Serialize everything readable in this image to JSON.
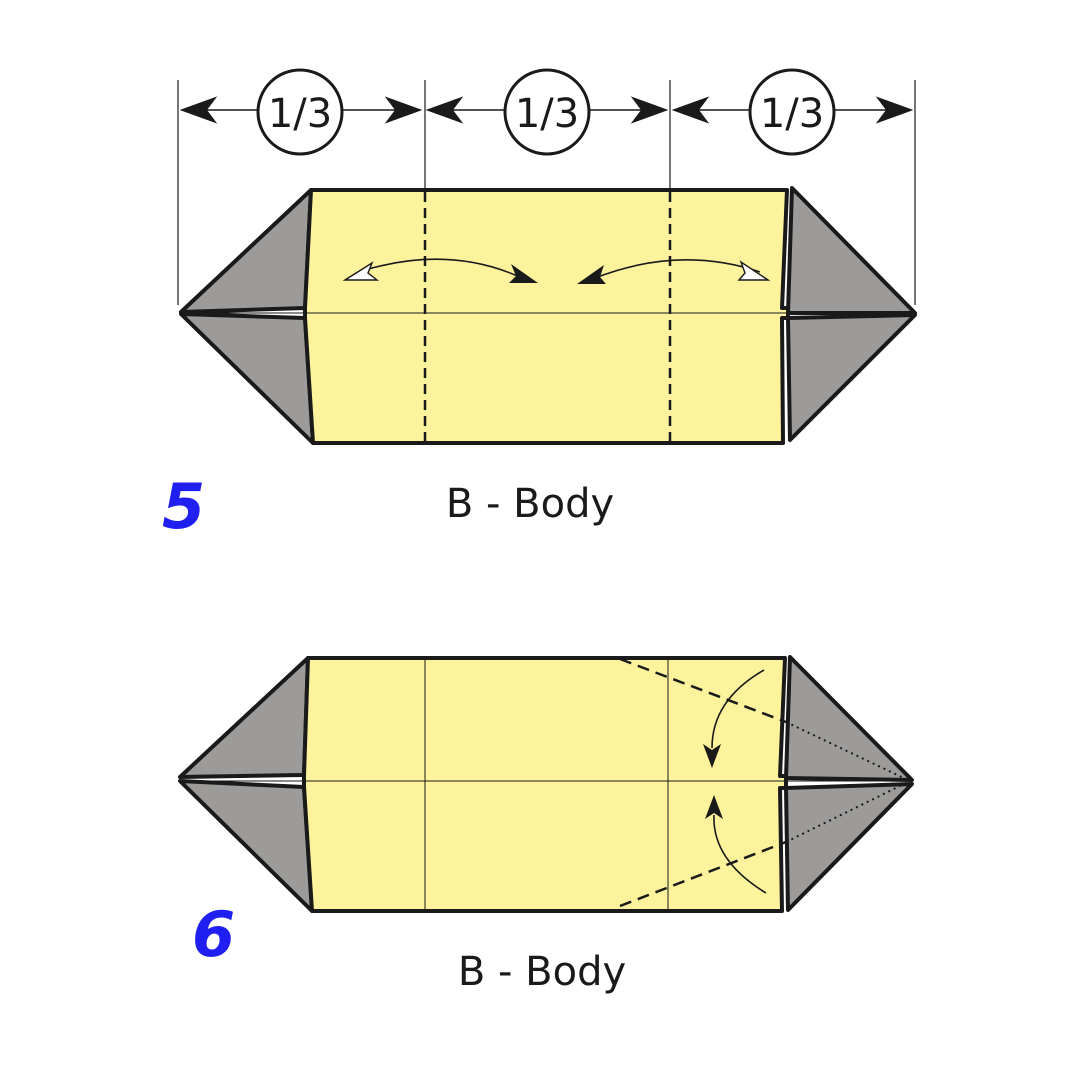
{
  "colors": {
    "paper": "#fdf39c",
    "flap": "#9c9b99",
    "ink": "#1a1a1a",
    "step_number": "#1f1ff2",
    "background": "#ffffff"
  },
  "steps": [
    {
      "number": "5",
      "caption": "B - Body",
      "measure_labels": [
        "1/3",
        "1/3",
        "1/3"
      ]
    },
    {
      "number": "6",
      "caption": "B - Body"
    }
  ]
}
